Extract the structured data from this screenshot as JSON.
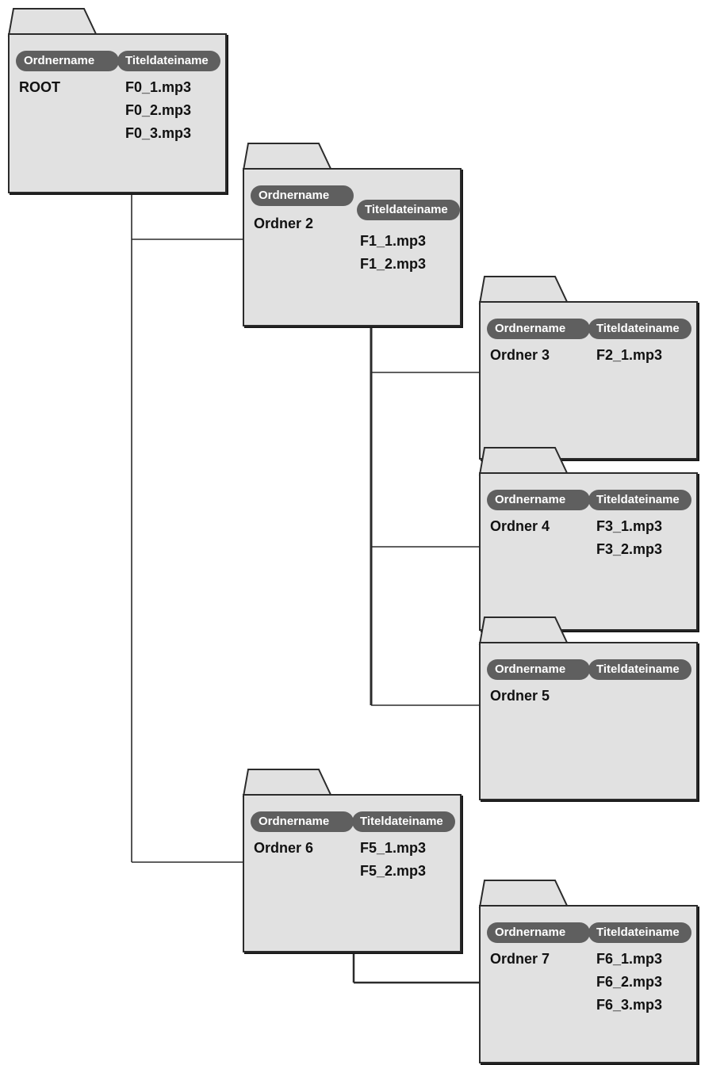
{
  "labels": {
    "folder_header": "Ordnername",
    "file_header": "Titeldateiname"
  },
  "colors": {
    "folder_fill": "#e1e1e1",
    "outline": "#2b2b2b",
    "pill": "#5f5f5f",
    "pill_text": "#ffffff"
  },
  "folders": [
    {
      "id": "root",
      "name": "ROOT",
      "files": [
        "F0_1.mp3",
        "F0_2.mp3",
        "F0_3.mp3"
      ]
    },
    {
      "id": "ordner-2",
      "name": "Ordner 2",
      "files": [
        "F1_1.mp3",
        "F1_2.mp3"
      ]
    },
    {
      "id": "ordner-3",
      "name": "Ordner 3",
      "files": [
        "F2_1.mp3"
      ]
    },
    {
      "id": "ordner-4",
      "name": "Ordner 4",
      "files": [
        "F3_1.mp3",
        "F3_2.mp3"
      ]
    },
    {
      "id": "ordner-5",
      "name": "Ordner 5",
      "files": []
    },
    {
      "id": "ordner-6",
      "name": "Ordner 6",
      "files": [
        "F5_1.mp3",
        "F5_2.mp3"
      ]
    },
    {
      "id": "ordner-7",
      "name": "Ordner 7",
      "files": [
        "F6_1.mp3",
        "F6_2.mp3",
        "F6_3.mp3"
      ]
    }
  ],
  "edges": [
    {
      "from": "root",
      "to": "ordner-2"
    },
    {
      "from": "root",
      "to": "ordner-6"
    },
    {
      "from": "ordner-2",
      "to": "ordner-3"
    },
    {
      "from": "ordner-2",
      "to": "ordner-4"
    },
    {
      "from": "ordner-2",
      "to": "ordner-5"
    },
    {
      "from": "ordner-6",
      "to": "ordner-7"
    }
  ]
}
